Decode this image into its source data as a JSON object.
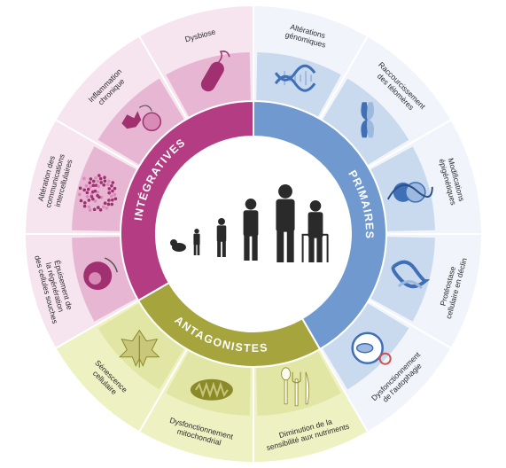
{
  "ring_labels": {
    "primary": "PRIMAIRES",
    "antagonist": "ANTAGONISTES",
    "integrative": "INTÉGRATIVES"
  },
  "segments": [
    {
      "id": "genomic",
      "group": "primary",
      "lines": [
        "Altérations",
        "génomiques"
      ],
      "icon": "dna-icon"
    },
    {
      "id": "telomere",
      "group": "primary",
      "lines": [
        "Raccourcissement",
        "des télomères"
      ],
      "icon": "chromosome-icon"
    },
    {
      "id": "epigenetic",
      "group": "primary",
      "lines": [
        "Modifications",
        "épigénétiques"
      ],
      "icon": "nucleosome-icon"
    },
    {
      "id": "proteostasis",
      "group": "primary",
      "lines": [
        "Protéostase",
        "cellulaire en déclin"
      ],
      "icon": "protein-icon"
    },
    {
      "id": "autophagy",
      "group": "primary",
      "lines": [
        "Dysfonctionnement",
        "de l'autophagie"
      ],
      "icon": "autophagy-icon"
    },
    {
      "id": "nutrient",
      "group": "antagonist",
      "lines": [
        "Diminution de la",
        "sensibilité aux nutriments"
      ],
      "icon": "cutlery-icon"
    },
    {
      "id": "mito",
      "group": "antagonist",
      "lines": [
        "Dysfonctionnement",
        "mitochondrial"
      ],
      "icon": "mitochondrion-icon"
    },
    {
      "id": "senescence",
      "group": "antagonist",
      "lines": [
        "Sénescence",
        "cellulaire"
      ],
      "icon": "leaf-icon"
    },
    {
      "id": "stemcell",
      "group": "integrative",
      "lines": [
        "Épuisement de",
        "la régénération",
        "des cellules souches"
      ],
      "icon": "stem-cell-icon"
    },
    {
      "id": "communication",
      "group": "integrative",
      "lines": [
        "Altération des",
        "communications",
        "intercellulaires"
      ],
      "icon": "dots-icon"
    },
    {
      "id": "inflammation",
      "group": "integrative",
      "lines": [
        "Inflammation",
        "chronique"
      ],
      "icon": "immune-cell-icon"
    },
    {
      "id": "dysbiosis",
      "group": "integrative",
      "lines": [
        "Dysbiose"
      ],
      "icon": "bacterium-icon"
    }
  ],
  "colors": {
    "primary_ring": "#6f99cf",
    "antagonist_ring": "#a6a43c",
    "integrative_ring": "#b33c82",
    "primary_seg": [
      "#f1f5fb",
      "#a9c2e3"
    ],
    "antagonist_seg": [
      "#eef1c2",
      "#d8dd8d"
    ],
    "integrative_seg": [
      "#f6e4ef",
      "#d88fbb"
    ],
    "person": "#2a2a2a"
  },
  "center_icon": "human-lifespan-silhouettes-icon"
}
